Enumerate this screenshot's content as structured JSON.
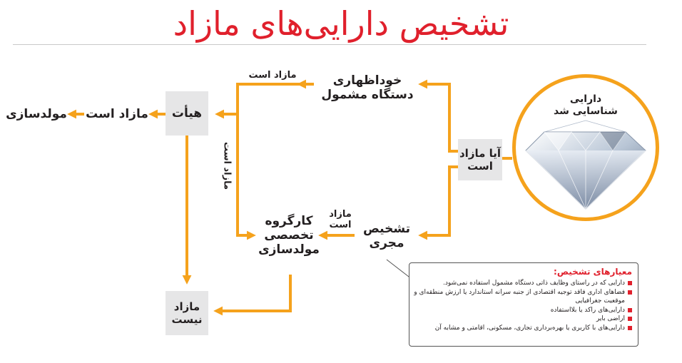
{
  "title": "تشخیص دارایی‌های مازاد",
  "colors": {
    "title": "#e0202c",
    "arrow": "#f5a21c",
    "box": "#e6e6e7",
    "bullet": "#e0202c"
  },
  "nodes": {
    "identified_asset": "دارایی\nشناسایی شد",
    "is_surplus": "آیا مازاد\nاست",
    "self_declaration": "خوداظهاری\nدستگاه مشمول",
    "executive_diagnosis": "تشخیص\nمجری",
    "working_group": "کارگروه\nتخصصی\nمولدسازی",
    "board": "هیأت",
    "not_surplus": "مازاد\nنیست",
    "productization": "مولدسازی"
  },
  "edges": {
    "self_to_board": "مازاد است",
    "vertical_to_board": "مازاد است",
    "exec_to_group": "مازاد\nاست",
    "board_to_productization": "مازاد است"
  },
  "criteria": {
    "title": "معیارهای تشخیص:",
    "items": [
      "دارایی که در راستای وظایف ذاتی دستگاه مشمول استفاده نمی‌شود.",
      "فضاهای اداری فاقد توجیه اقتصادی از جنبه سرانه استاندارد یا ارزش منطقه‌ای و موقعیت جغرافیایی",
      "دارایی‌های راکد یا بلااستفاده",
      "اراضی بایر",
      "دارایی‌های با کاربری یا بهره‌برداری تجاری، مسکونی، اقامتی و مشابه آن"
    ]
  },
  "icons": {
    "diamond": "diamond-icon",
    "bullet": "square-bullet-icon"
  }
}
